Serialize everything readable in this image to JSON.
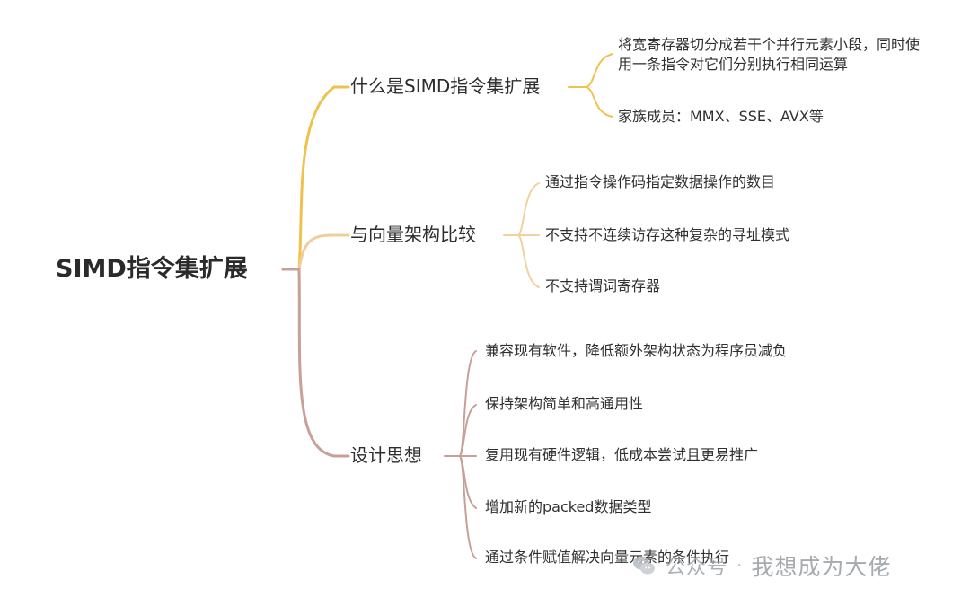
{
  "root": {
    "label": "SIMD指令集扩展"
  },
  "branches": [
    {
      "label": "什么是SIMD指令集扩展",
      "color": "#f2c34b",
      "leaves": [
        "将宽寄存器切分成若干个并行元素小段，同时使用一条指令对它们分别执行相同运算",
        "家族成员：MMX、SSE、AVX等"
      ]
    },
    {
      "label": "与向量架构比较",
      "color": "#f0d29e",
      "leaves": [
        "通过指令操作码指定数据操作的数目",
        "不支持不连续访存这种复杂的寻址模式",
        "不支持谓词寄存器"
      ]
    },
    {
      "label": "设计思想",
      "color": "#c9a194",
      "leaves": [
        "兼容现有软件，降低额外架构状态为程序员减负",
        "保持架构简单和高通用性",
        "复用现有硬件逻辑，低成本尝试且更易推广",
        "增加新的packed数据类型",
        "通过条件赋值解决向量元素的条件执行"
      ]
    }
  ],
  "watermark": {
    "icon": "wechat-icon",
    "name": "公众号",
    "separator": "·",
    "author": "我想成为大佬"
  },
  "colors": {
    "root_connector": "#c6a095",
    "trunk_top": "#efc24e",
    "trunk_mid": "#efcf97",
    "trunk_bottom": "#c7a096"
  }
}
